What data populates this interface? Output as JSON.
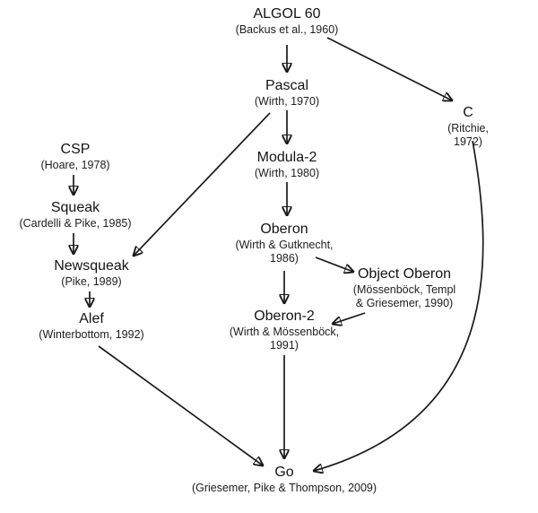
{
  "nodes": {
    "algol60": {
      "label": "ALGOL 60",
      "sub": "(Backus et al., 1960)"
    },
    "pascal": {
      "label": "Pascal",
      "sub": "(Wirth, 1970)"
    },
    "c": {
      "label": "C",
      "sub": "(Ritchie, 1972)"
    },
    "csp": {
      "label": "CSP",
      "sub": "(Hoare, 1978)"
    },
    "modula2": {
      "label": "Modula-2",
      "sub": "(Wirth, 1980)"
    },
    "squeak": {
      "label": "Squeak",
      "sub": "(Cardelli & Pike, 1985)"
    },
    "oberon": {
      "label": "Oberon",
      "sub": "(Wirth & Gutknecht,\n1986)"
    },
    "newsqueak": {
      "label": "Newsqueak",
      "sub": "(Pike, 1989)"
    },
    "object_oberon": {
      "label": "Object Oberon",
      "sub": "(Mössenböck, Templ\n& Griesemer, 1990)"
    },
    "oberon2": {
      "label": "Oberon-2",
      "sub": "(Wirth & Mössenböck,\n1991)"
    },
    "alef": {
      "label": "Alef",
      "sub": "(Winterbottom, 1992)"
    },
    "go": {
      "label": "Go",
      "sub": "(Griesemer, Pike & Thompson, 2009)"
    }
  },
  "edges": [
    {
      "from": "algol60",
      "to": "pascal"
    },
    {
      "from": "algol60",
      "to": "c"
    },
    {
      "from": "pascal",
      "to": "modula2"
    },
    {
      "from": "pascal",
      "to": "newsqueak"
    },
    {
      "from": "modula2",
      "to": "oberon"
    },
    {
      "from": "oberon",
      "to": "object_oberon"
    },
    {
      "from": "oberon",
      "to": "oberon2"
    },
    {
      "from": "object_oberon",
      "to": "oberon2"
    },
    {
      "from": "oberon2",
      "to": "go"
    },
    {
      "from": "csp",
      "to": "squeak"
    },
    {
      "from": "squeak",
      "to": "newsqueak"
    },
    {
      "from": "newsqueak",
      "to": "alef"
    },
    {
      "from": "alef",
      "to": "go"
    },
    {
      "from": "c",
      "to": "go"
    }
  ],
  "arrow_color": "#1a1a1a"
}
